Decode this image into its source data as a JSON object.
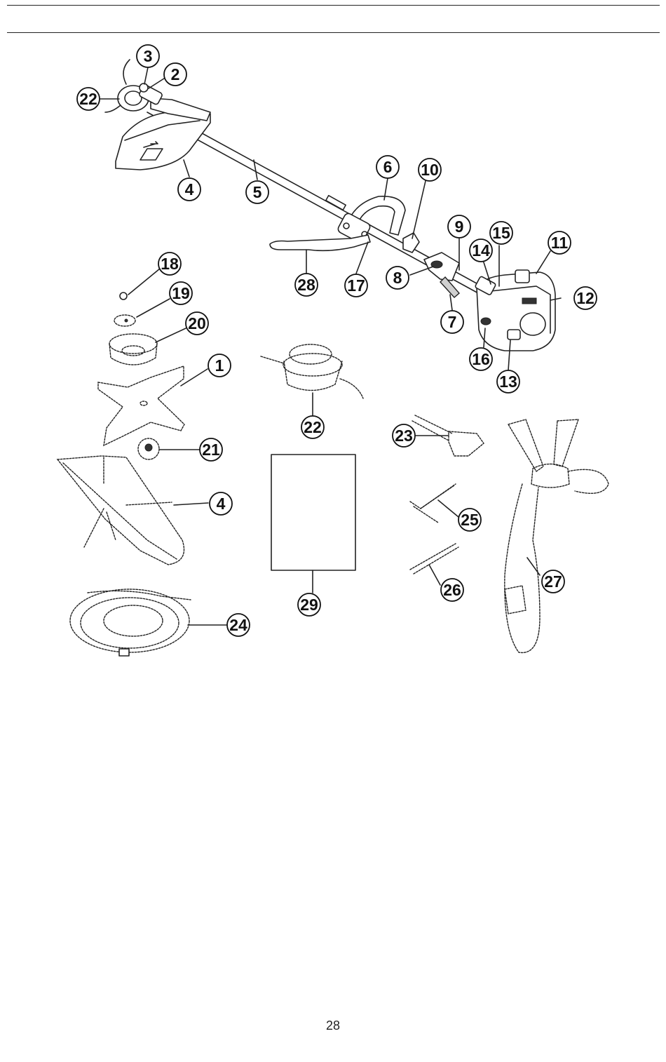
{
  "page": {
    "number": "28"
  },
  "callouts": [
    {
      "id": "c3",
      "label": "3"
    },
    {
      "id": "c2",
      "label": "2"
    },
    {
      "id": "c22a",
      "label": "22"
    },
    {
      "id": "c4a",
      "label": "4"
    },
    {
      "id": "c5",
      "label": "5"
    },
    {
      "id": "c6",
      "label": "6"
    },
    {
      "id": "c10",
      "label": "10"
    },
    {
      "id": "c9",
      "label": "9"
    },
    {
      "id": "c15",
      "label": "15"
    },
    {
      "id": "c14",
      "label": "14"
    },
    {
      "id": "c11",
      "label": "11"
    },
    {
      "id": "c12",
      "label": "12"
    },
    {
      "id": "c8",
      "label": "8"
    },
    {
      "id": "c7",
      "label": "7"
    },
    {
      "id": "c28",
      "label": "28"
    },
    {
      "id": "c17",
      "label": "17"
    },
    {
      "id": "c16",
      "label": "16"
    },
    {
      "id": "c13",
      "label": "13"
    },
    {
      "id": "c18",
      "label": "18"
    },
    {
      "id": "c19",
      "label": "19"
    },
    {
      "id": "c20",
      "label": "20"
    },
    {
      "id": "c1",
      "label": "1"
    },
    {
      "id": "c21",
      "label": "21"
    },
    {
      "id": "c4b",
      "label": "4"
    },
    {
      "id": "c22b",
      "label": "22"
    },
    {
      "id": "c29",
      "label": "29"
    },
    {
      "id": "c23",
      "label": "23"
    },
    {
      "id": "c25",
      "label": "25"
    },
    {
      "id": "c26",
      "label": "26"
    },
    {
      "id": "c27",
      "label": "27"
    },
    {
      "id": "c24",
      "label": "24"
    }
  ]
}
